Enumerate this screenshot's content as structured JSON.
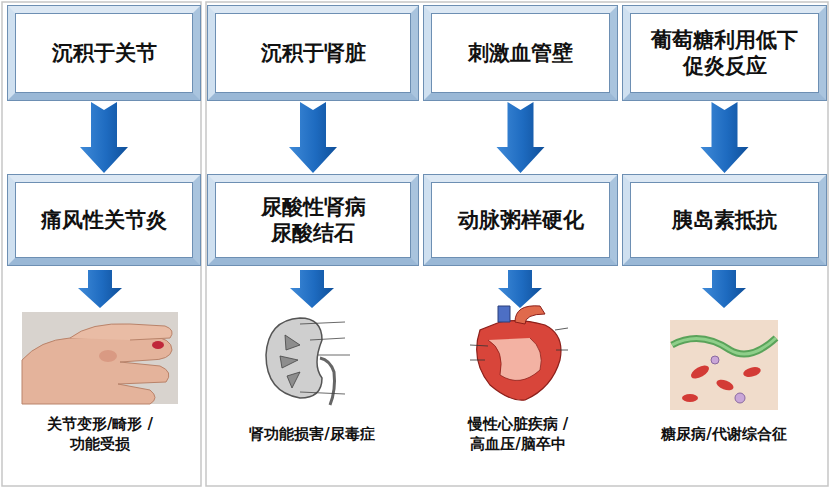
{
  "diagram": {
    "nodes": [
      {
        "text": [
          "沉积于关节"
        ]
      },
      {
        "text": [
          "沉积于肾脏"
        ]
      },
      {
        "text": [
          "刺激血管壁"
        ]
      },
      {
        "text": [
          "葡萄糖利用低下 促炎反应"
        ]
      },
      {
        "text": [
          "痛风性关节炎"
        ]
      },
      {
        "text": [
          "尿酸性肾病 尿酸结石"
        ]
      },
      {
        "text": [
          "动脉粥样硬化"
        ]
      },
      {
        "text": [
          "胰岛素抵抗"
        ]
      }
    ],
    "edges": [
      {
        "from": 0,
        "to": 4,
        "arrow": "to"
      },
      {
        "from": 1,
        "to": 5,
        "arrow": "to"
      },
      {
        "from": 2,
        "to": 6,
        "arrow": "to"
      },
      {
        "from": 3,
        "to": 7,
        "arrow": "to"
      }
    ],
    "labels": [
      "关节变形/畸形 /功能受损",
      "肾功能损害/尿毒症",
      "慢性心脏疾病 /高血压/脑卒中",
      "糖尿病/代谢综合征"
    ]
  }
}
